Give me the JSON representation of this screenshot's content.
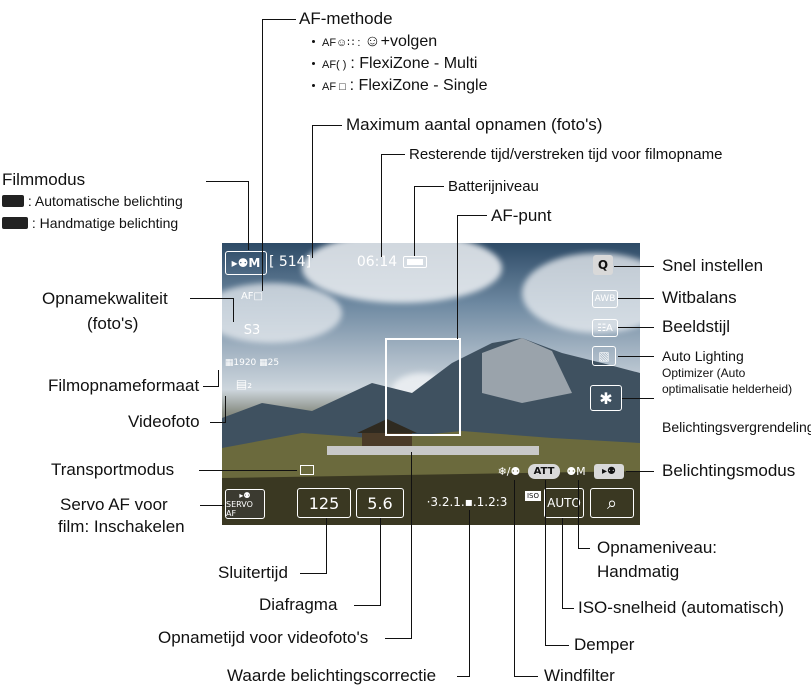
{
  "labels": {
    "af_method": {
      "title": "AF-methode",
      "opt1_icon": "AF☺∷ :",
      "opt1_text": "☺+volgen",
      "opt2_icon": "AF( )",
      "opt2_text": ": FlexiZone - Multi",
      "opt3_icon": "AF □",
      "opt3_text": ": FlexiZone - Single"
    },
    "max_shots": "Maximum aantal opnamen (foto's)",
    "remaining_time": "Resterende tijd/verstreken tijd voor filmopname",
    "battery": "Batterijniveau",
    "af_point": "AF-punt",
    "movie_mode": {
      "title": "Filmmodus",
      "auto": ": Automatische belichting",
      "manual": ": Handmatige belichting"
    },
    "quality_line1": "Opnamekwaliteit",
    "quality_line2": "(foto's)",
    "movie_format": "Filmopnameformaat",
    "video_snapshot": "Videofoto",
    "drive_mode": "Transportmodus",
    "servo_line1": "Servo AF voor",
    "servo_line2": "film: Inschakelen",
    "shutter": "Sluitertijd",
    "aperture": "Diafragma",
    "snapshot_time": "Opnametijd voor videofoto's",
    "exposure_comp": "Waarde belichtingscorrectie",
    "quick_control": "Snel instellen",
    "white_balance": "Witbalans",
    "picture_style": "Beeldstijl",
    "alo_line1": "Auto Lighting",
    "alo_line2": "Optimizer (Auto",
    "alo_line3": "optimalisatie helderheid)",
    "ae_lock": "Belichtingsvergrendeling",
    "exposure_mode": "Belichtingsmodus",
    "rec_level_line1": "Opnameniveau:",
    "rec_level_line2": "Handmatig",
    "iso": "ISO-snelheid (automatisch)",
    "attenuator": "Demper",
    "wind_filter": "Windfilter"
  },
  "screen": {
    "shots": "[ 514]",
    "time": "06:14",
    "mode_icon": "▸⚉M",
    "af_icon": "AF□",
    "quality_icon": "S3",
    "format_icon": "▦1920 ▦25",
    "snapshot_icon": "▤₂",
    "servo_icon_top": "▸⚉",
    "servo_icon_bottom": "SERVO AF",
    "shutter_value": "125",
    "aperture_value": "5.6",
    "exp_scale": "·3.2.1.▪.1.2:3",
    "iso_badge": "ISO",
    "iso_value": "AUTO",
    "q_icon": "Q",
    "wb_icon": "AWB",
    "ps_icon": "☷A",
    "alo_icon": "▧",
    "ae_lock_icon": "✱",
    "wind_icon": "❄/⚉",
    "att_icon": "ATT",
    "mic_icon": "⚉M",
    "exp_mode_icon": "▸⚉",
    "mag_icon": "⌕"
  },
  "colors": {
    "lines": "#111111",
    "hud_text": "#ffffff",
    "filled_icon": "#d9d9d9"
  }
}
